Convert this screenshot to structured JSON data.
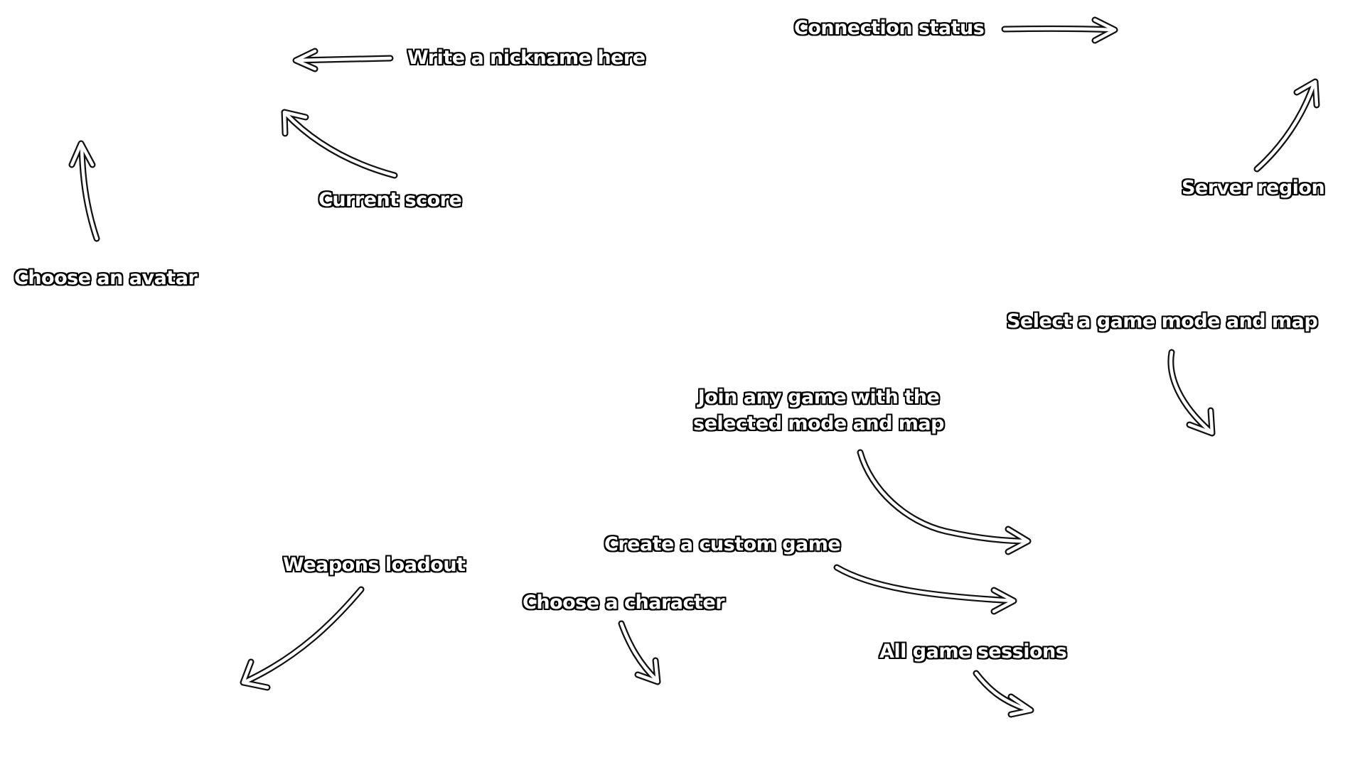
{
  "annotations": {
    "connection_status": "Connection status",
    "nickname": "Write a nickname here",
    "server_region": "Server region",
    "current_score": "Current score",
    "choose_avatar": "Choose an avatar",
    "select_mode_map": "Select a game mode and map",
    "join_any_game": [
      "Join any game with the",
      "selected mode and map"
    ],
    "create_custom_game": "Create a custom game",
    "weapons_loadout": "Weapons loadout",
    "choose_character": "Choose a character",
    "all_game_sessions": "All game sessions"
  },
  "colors": {
    "label_fill": "#ffffff",
    "label_outline": "#000000",
    "arrow_outline": "#111111",
    "arrow_fill": "#ffffff",
    "background": "#ffffff"
  }
}
